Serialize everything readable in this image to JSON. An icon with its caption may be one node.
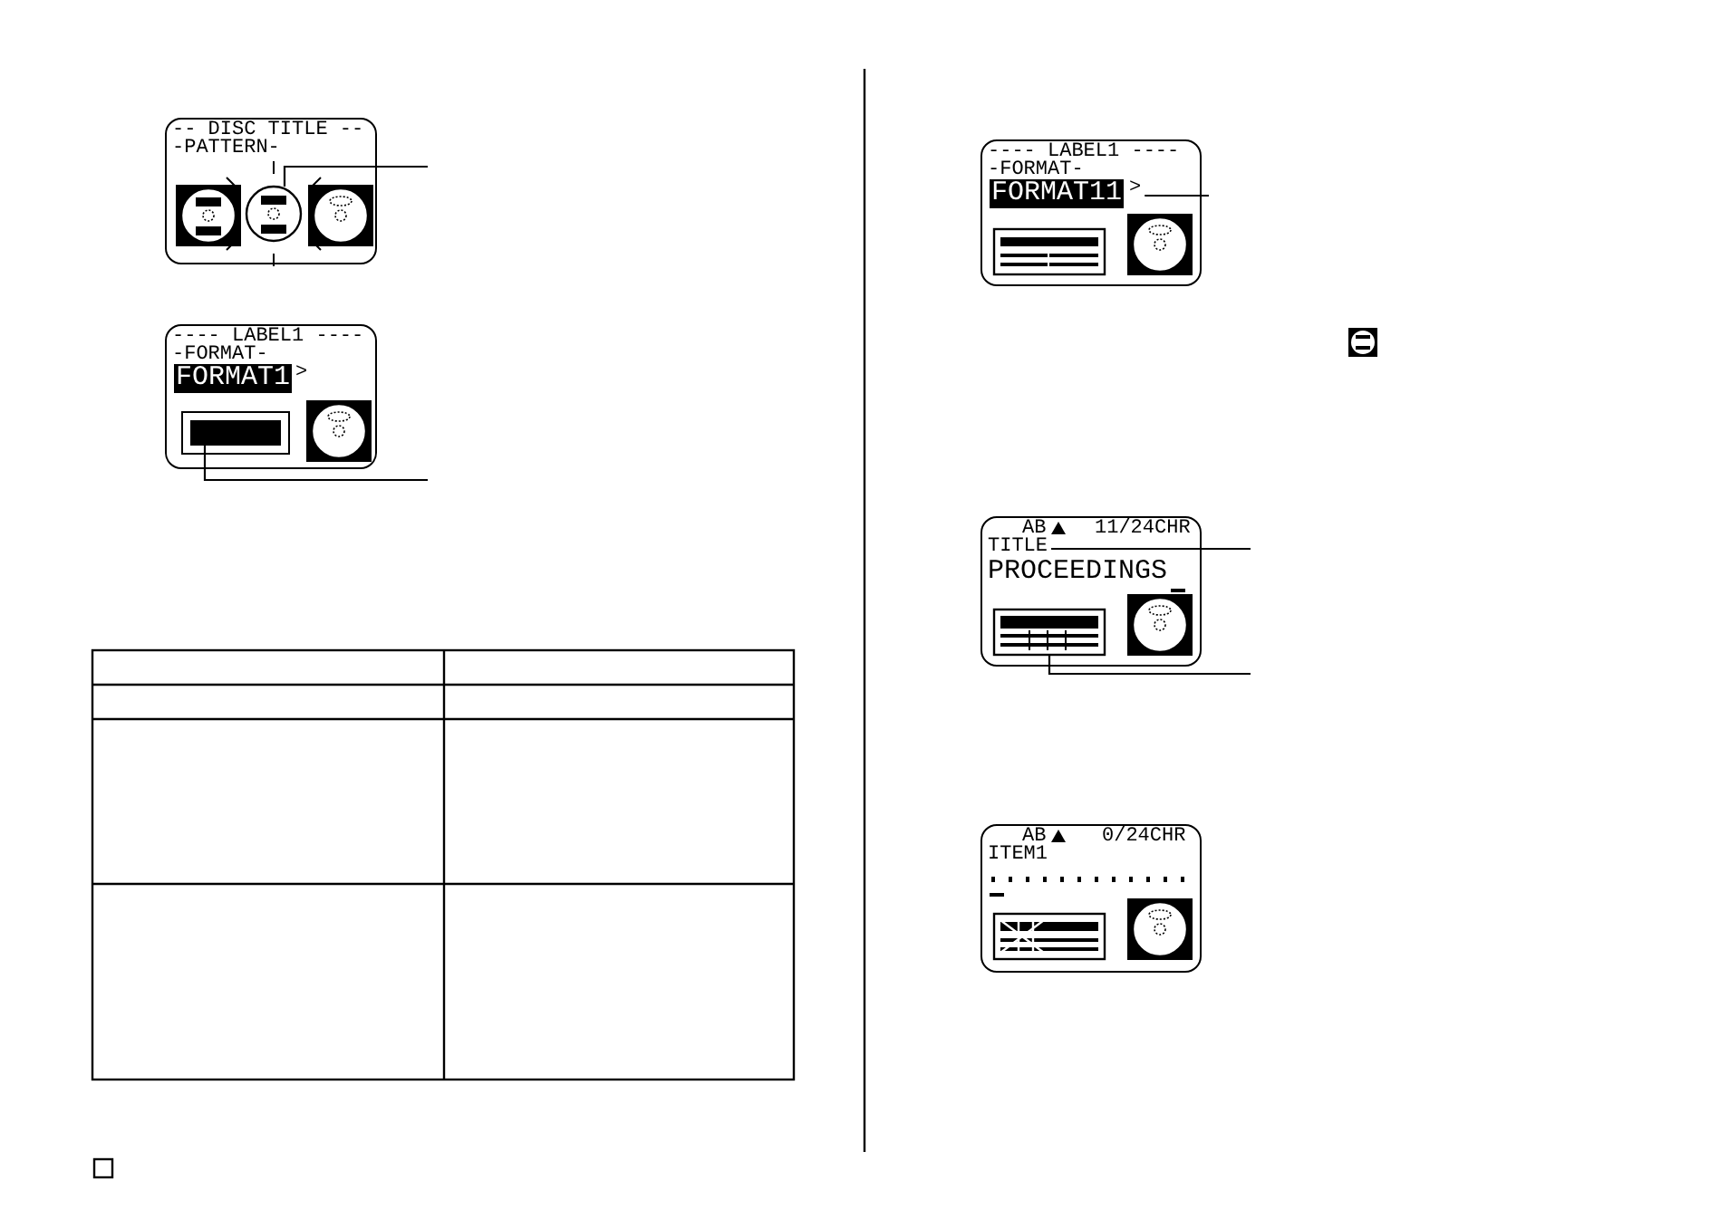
{
  "diagram": {
    "nodes": [
      {
        "text": [
          "-- DISC TITLE --",
          "-PATTERN-"
        ]
      },
      {
        "text": [],
        "shape": "circle",
        "in": 0
      },
      {
        "text": [
          "---- LABEL1 ----",
          "-FORMAT-",
          "FORMAT1",
          ">"
        ]
      },
      {
        "text": [],
        "shape": "bar",
        "in": 2
      },
      {
        "text": [
          "---- LABEL1 ----",
          "-FORMAT-",
          "FORMAT11"
        ]
      },
      {
        "text": [
          ">"
        ],
        "in": 4
      },
      {
        "text": [
          "AB",
          "11/24CHR",
          "PROCEEDINGS"
        ]
      },
      {
        "text": [
          "TITLE"
        ],
        "in": 6
      },
      {
        "text": [],
        "shape": "bar",
        "in": 6
      },
      {
        "text": [
          "AB",
          "0/24CHR",
          "ITEM1"
        ]
      }
    ],
    "edges": [
      {
        "from": null,
        "to": 1,
        "arrow": "none"
      },
      {
        "from": null,
        "to": 3,
        "arrow": "none"
      },
      {
        "from": null,
        "to": 5,
        "arrow": "none"
      },
      {
        "from": null,
        "to": 7,
        "arrow": "none"
      },
      {
        "from": null,
        "to": 8,
        "arrow": "none"
      }
    ]
  }
}
